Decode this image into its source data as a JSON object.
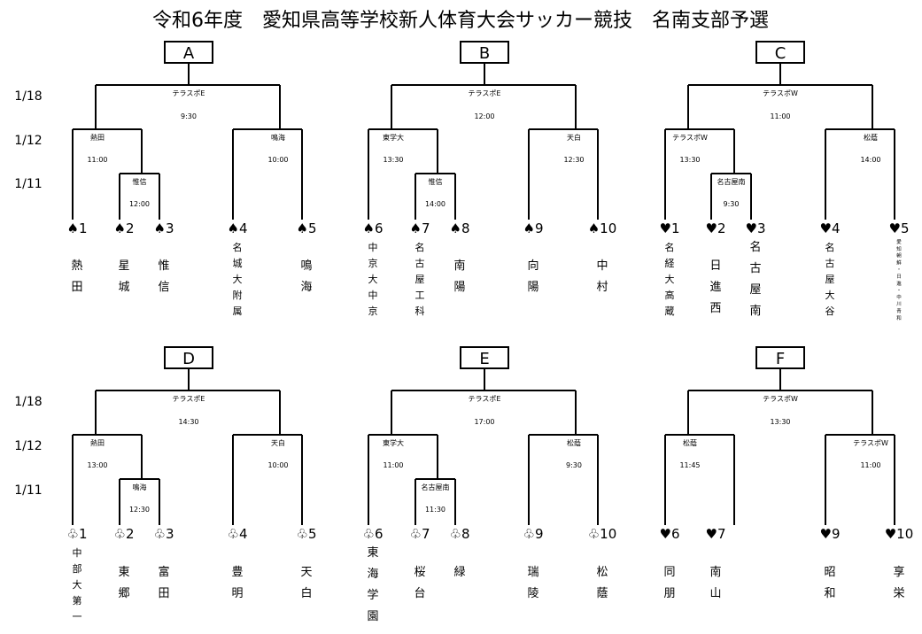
{
  "title": "令和6年度　愛知県高等学校新人体育大会サッカー競技　名南支部予選",
  "dates": [
    "1/18",
    "1/12",
    "1/11"
  ],
  "brackets": [
    {
      "label": "A",
      "final": {
        "venue": "テラスポE",
        "time": "9:30"
      },
      "left": {
        "venue": "熱田",
        "time": "11:00"
      },
      "right": {
        "venue": "鳴海",
        "time": "10:00"
      },
      "first": {
        "venue": "惟信",
        "time": "12:00"
      },
      "teams": [
        {
          "seed": "♠1",
          "name": "熱田"
        },
        {
          "seed": "♠2",
          "name": "星城"
        },
        {
          "seed": "♠3",
          "name": "惟信"
        },
        {
          "seed": "♠4",
          "name": "名城大附属"
        },
        {
          "seed": "♠5",
          "name": "鳴海"
        }
      ]
    },
    {
      "label": "B",
      "final": {
        "venue": "テラスポE",
        "time": "12:00"
      },
      "left": {
        "venue": "東学大",
        "time": "13:30"
      },
      "right": {
        "venue": "天白",
        "time": "12:30"
      },
      "first": {
        "venue": "惟信",
        "time": "14:00"
      },
      "teams": [
        {
          "seed": "♠6",
          "name": "中京大中京"
        },
        {
          "seed": "♠7",
          "name": "名古屋工科"
        },
        {
          "seed": "♠8",
          "name": "南陽"
        },
        {
          "seed": "♠9",
          "name": "向陽"
        },
        {
          "seed": "♠10",
          "name": "中村"
        }
      ]
    },
    {
      "label": "C",
      "final": {
        "venue": "テラスポW",
        "time": "11:00"
      },
      "left": {
        "venue": "テラスポW",
        "time": "13:30"
      },
      "right": {
        "venue": "松蔭",
        "time": "14:00"
      },
      "first": {
        "venue": "名古屋南",
        "time": "9:30"
      },
      "teams": [
        {
          "seed": "♥1",
          "name": "名経大高蔵"
        },
        {
          "seed": "♥2",
          "name": "日進西"
        },
        {
          "seed": "♥3",
          "name": "名古屋南"
        },
        {
          "seed": "♥4",
          "name": "名古屋大谷"
        },
        {
          "seed": "♥5",
          "name": "愛知朝鮮・日進・中川青和"
        }
      ]
    },
    {
      "label": "D",
      "final": {
        "venue": "テラスポE",
        "time": "14:30"
      },
      "left": {
        "venue": "熱田",
        "time": "13:00"
      },
      "right": {
        "venue": "天白",
        "time": "10:00"
      },
      "first": {
        "venue": "鳴海",
        "time": "12:30"
      },
      "teams": [
        {
          "seed": "♧1",
          "name": "中部大第一"
        },
        {
          "seed": "♧2",
          "name": "東郷"
        },
        {
          "seed": "♧3",
          "name": "富田"
        },
        {
          "seed": "♧4",
          "name": "豊明"
        },
        {
          "seed": "♧5",
          "name": "天白"
        }
      ]
    },
    {
      "label": "E",
      "final": {
        "venue": "テラスポE",
        "time": "17:00"
      },
      "left": {
        "venue": "東学大",
        "time": "11:00"
      },
      "right": {
        "venue": "松蔭",
        "time": "9:30"
      },
      "first": {
        "venue": "名古屋南",
        "time": "11:30"
      },
      "teams": [
        {
          "seed": "♧6",
          "name": "東海学園"
        },
        {
          "seed": "♧7",
          "name": "桜台"
        },
        {
          "seed": "♧8",
          "name": "緑"
        },
        {
          "seed": "♧9",
          "name": "瑞陵"
        },
        {
          "seed": "♧10",
          "name": "松蔭"
        }
      ]
    },
    {
      "label": "F",
      "final": {
        "venue": "テラスポW",
        "time": "13:30"
      },
      "left": {
        "venue": "松蔭",
        "time": "11:45"
      },
      "right": {
        "venue": "テラスポW",
        "time": "11:00"
      },
      "teams": [
        {
          "seed": "♥6",
          "name": "同朋"
        },
        {
          "seed": "♥7",
          "name": "南山"
        },
        {
          "seed": "♥9",
          "name": "昭和"
        },
        {
          "seed": "♥10",
          "name": "享栄"
        }
      ]
    }
  ]
}
